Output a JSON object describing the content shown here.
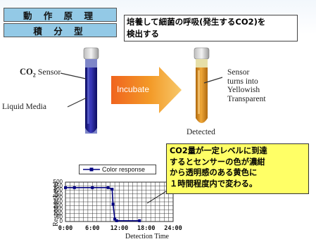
{
  "header": {
    "principle_label": "動 作 原 理",
    "type_label": "積 分 型",
    "description_line1": "培養して細菌の呼吸(発生するCO2)を",
    "description_line2": "検出する"
  },
  "diagram": {
    "co2_prefix": "CO",
    "co2_subscript": "2",
    "co2_suffix": " Sensor",
    "liquid_media_label": "Liquid Media",
    "incubate_label": "Incubate",
    "result_line1": "Sensor",
    "result_line2": "turns into",
    "result_line3": "Yellowish",
    "result_line4": "Transparent",
    "detected_label": "Detected"
  },
  "callout": {
    "line1": "CO2量が一定レベルに到達",
    "line2": "するとセンサーの色が濃紺",
    "line3": "から透明感のある黄色に",
    "line4": "１時間程度内で変わる。"
  },
  "chart_data": {
    "type": "line",
    "title": "",
    "xlabel": "Detection Time",
    "ylabel": "Response Level",
    "xlim": [
      0,
      24
    ],
    "ylim": [
      0,
      500
    ],
    "x_ticks": [
      "0:00",
      "6:00",
      "12:00",
      "18:00",
      "24:00"
    ],
    "y_ticks": [
      "0",
      "50",
      "100",
      "150",
      "200",
      "250",
      "300",
      "350",
      "400",
      "450",
      "500"
    ],
    "grid": true,
    "legend_position": "top",
    "series": [
      {
        "name": "Color response",
        "color": "#000080",
        "x": [
          0,
          2,
          6,
          9.5,
          10.4,
          10.6,
          11.0,
          11.4,
          16.5
        ],
        "y": [
          430,
          430,
          430,
          430,
          410,
          220,
          30,
          10,
          10
        ]
      }
    ]
  }
}
